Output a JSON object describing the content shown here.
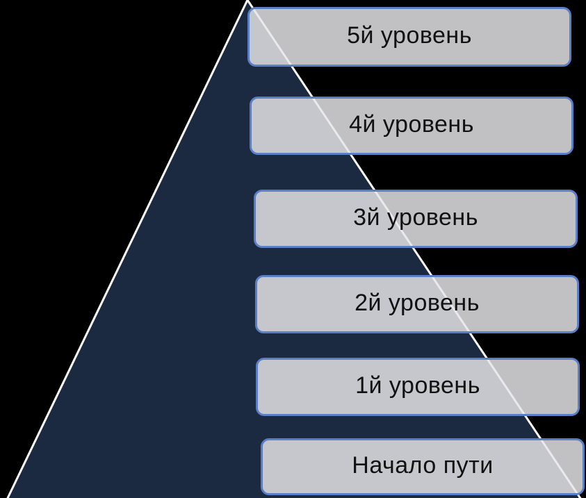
{
  "diagram": {
    "levels": [
      {
        "label": "5й уровень"
      },
      {
        "label": "4й уровень"
      },
      {
        "label": "3й уровень"
      },
      {
        "label": "2й уровень"
      },
      {
        "label": "1й уровень"
      },
      {
        "label": "Начало пути"
      }
    ],
    "colors": {
      "background": "#000000",
      "pyramid_fill": "#1b2a40",
      "pyramid_outline": "#ffffff",
      "box_fill": "#e6e6e8",
      "box_border": "#5b7fc6",
      "text": "#111111"
    }
  }
}
